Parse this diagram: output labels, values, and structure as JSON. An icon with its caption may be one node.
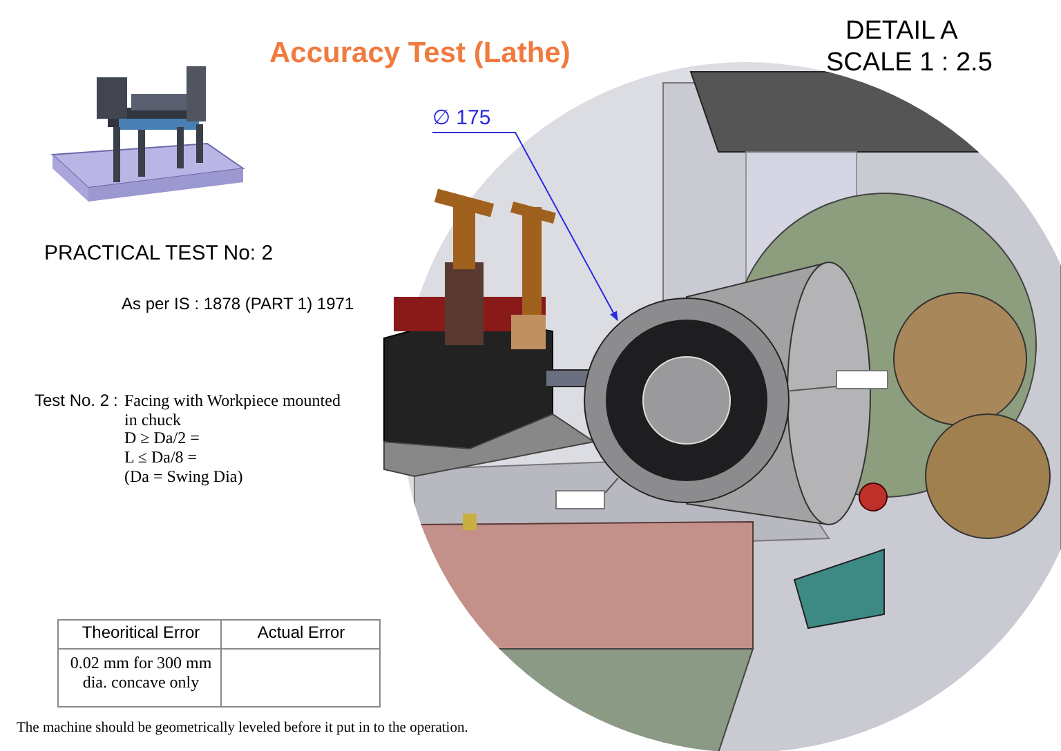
{
  "diagram": {
    "title": "Accuracy Test (Lathe)",
    "nodes": [
      {
        "text": [
          "∅ 175"
        ]
      },
      {
        "text": [],
        "shape": "circle"
      },
      {
        "text": [],
        "shape": "box"
      },
      {
        "text": [],
        "shape": "box"
      }
    ],
    "edges": [
      {
        "from": 0,
        "to": 1,
        "arrow": "to",
        "color": "#2a2ae0"
      },
      {
        "from": 2,
        "to": 1,
        "arrow": "none"
      },
      {
        "from": 3,
        "to": 1,
        "arrow": "none"
      }
    ],
    "labels": [
      "DETAIL A",
      "SCALE 1 : 2.5",
      "PRACTICAL TEST No: 2",
      "As per IS : 1878 (PART 1) 1971",
      "Test No. 2",
      ":",
      "Facing with Workpiece mounted in chuck",
      "D ≥ Da/2 =",
      "L ≤ Da/8 =",
      "(Da = Swing Dia)",
      "Theoritical Error",
      "Actual Error",
      "0.02 mm for 300 mm dia. concave only",
      "The machine should be geometrically leveled before it put in to the operation."
    ]
  }
}
